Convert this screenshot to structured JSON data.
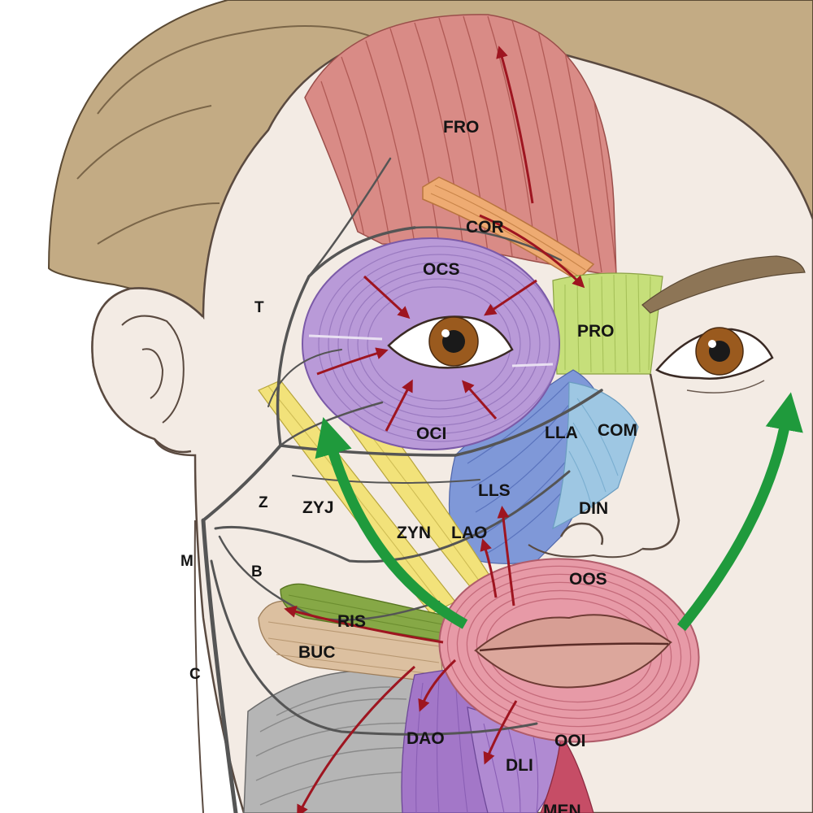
{
  "diagram": {
    "muscle_labels": {
      "fro": "FRO",
      "cor": "COR",
      "ocs": "OCS",
      "pro": "PRO",
      "oci": "OCI",
      "lla": "LLA",
      "com": "COM",
      "lls": "LLS",
      "zyj": "ZYJ",
      "zyn": "ZYN",
      "lao": "LAO",
      "din": "DIN",
      "oos": "OOS",
      "ris": "RIS",
      "buc": "BUC",
      "dao": "DAO",
      "ooi": "OOI",
      "dli": "DLI",
      "men": "MEN"
    },
    "nerve_labels": {
      "t": "T",
      "z": "Z",
      "b": "B",
      "m": "M",
      "c": "C"
    },
    "colors": {
      "skin": "#f3ebe4",
      "hair": "#c3ab84",
      "frontalis": "#d98b86",
      "corrugator": "#eeab72",
      "orbicularis_oculi": "#b99ad8",
      "procerus": "#c6df7a",
      "levator_blue": "#7f98d8",
      "compressor_light_blue": "#9ec7e3",
      "zygomaticus_yellow": "#f2e27a",
      "orbicularis_oris": "#e79aa7",
      "risorius_green": "#86a846",
      "buccinator_tan": "#dcc0a0",
      "depressor_purple": "#a377c8",
      "mentalis_crimson": "#c64d66",
      "platysma_grey": "#b5b5b5",
      "nerve_grey": "#555555",
      "action_arrow_red": "#9e1520",
      "smile_arrow_green": "#1f9a3c"
    }
  }
}
